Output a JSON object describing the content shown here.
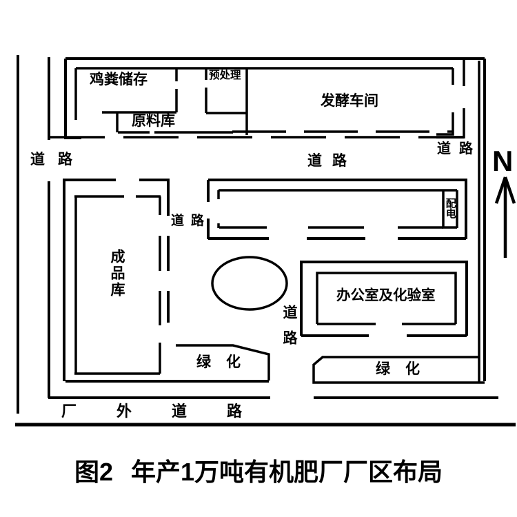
{
  "diagram": {
    "caption": {
      "figure_no": "图2",
      "title": "年产1万吨有机肥厂厂区布局"
    },
    "compass": {
      "north": "N"
    },
    "buildings": {
      "chicken_manure_storage": "鸡粪储存",
      "pretreatment": "预处理",
      "fermentation_workshop": "发酵车间",
      "raw_material_warehouse": "原料库",
      "finished_product_warehouse": "成品库",
      "power_distribution": "配电",
      "office_and_lab": "办公室及化验室",
      "greening_southwest": "绿化",
      "greening_southeast": "绿化"
    },
    "roads": {
      "west": "道路",
      "north_center": "道路",
      "northeast": "道路",
      "center_west": "道路",
      "center_south": "道路",
      "factory_outside": "厂外道路"
    },
    "colors": {
      "line": "#000000",
      "background": "#ffffff"
    }
  }
}
